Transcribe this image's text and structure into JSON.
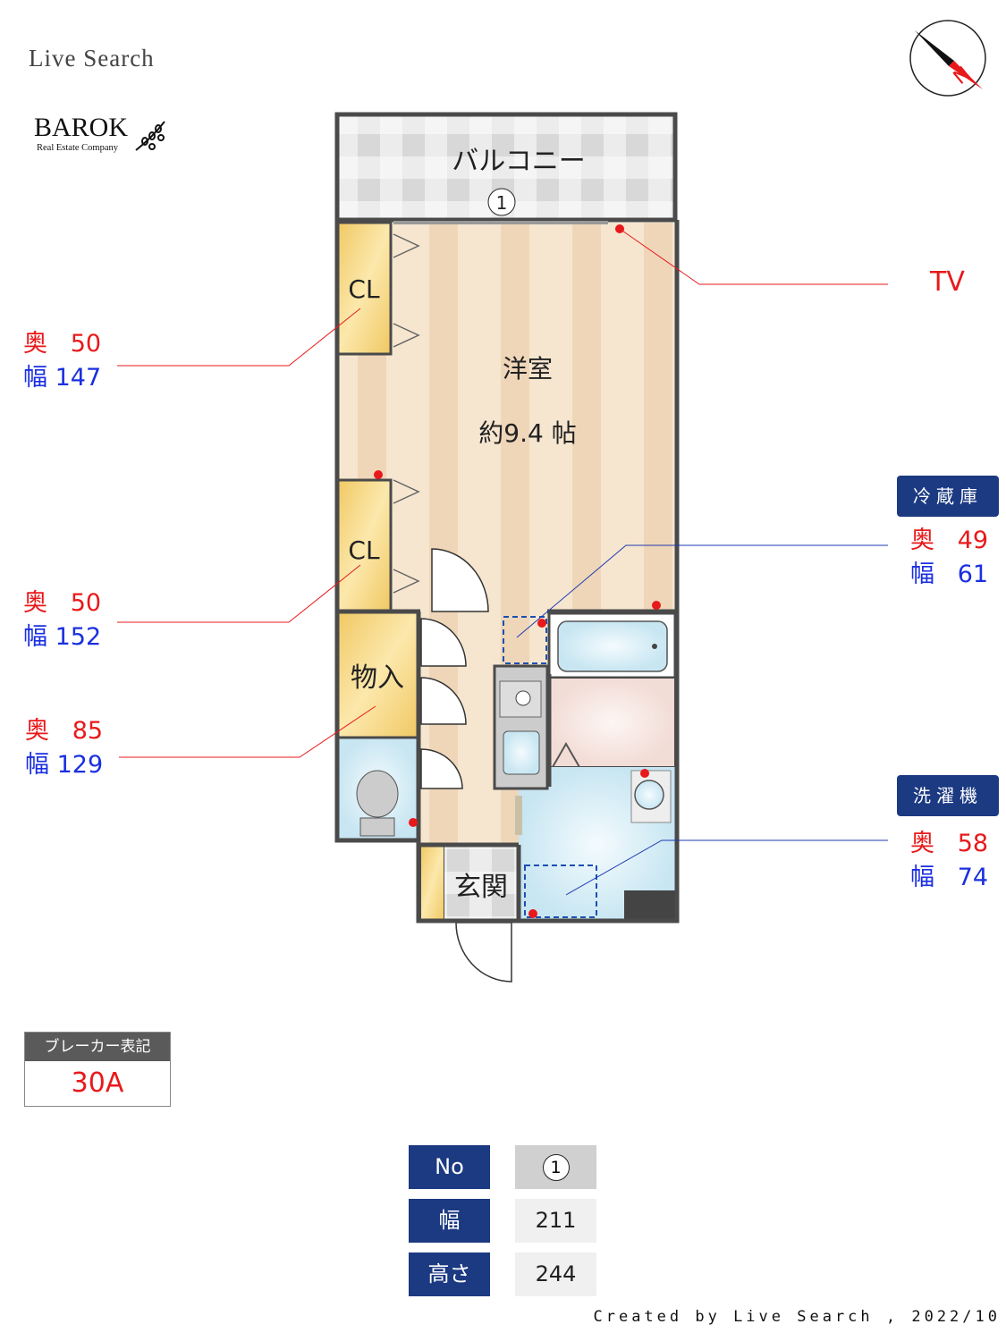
{
  "header": {
    "brand": "Live Search",
    "logo_name": "BAROK",
    "logo_sub": "Real Estate Company",
    "compass": "N"
  },
  "rooms": {
    "balcony": "バルコニー",
    "window_no": "1",
    "main_room": "洋室",
    "main_room_size": "約9.4 帖",
    "closet1": "CL",
    "closet2": "CL",
    "storage": "物入",
    "entrance": "玄関"
  },
  "left_dims": [
    {
      "depth_label": "奥",
      "depth": "50",
      "width_label": "幅",
      "width": "147"
    },
    {
      "depth_label": "奥",
      "depth": "50",
      "width_label": "幅",
      "width": "152"
    },
    {
      "depth_label": "奥",
      "depth": "85",
      "width_label": "幅",
      "width": "129"
    }
  ],
  "tv_label": "TV",
  "fridge": {
    "label": "冷蔵庫",
    "depth_label": "奥",
    "depth": "49",
    "width_label": "幅",
    "width": "61"
  },
  "washer": {
    "label": "洗濯機",
    "depth_label": "奥",
    "depth": "58",
    "width_label": "幅",
    "width": "74"
  },
  "breaker": {
    "label": "ブレーカー表記",
    "value": "30A"
  },
  "window_table": {
    "rows": [
      {
        "header": "No",
        "value": "1"
      },
      {
        "header": "幅",
        "value": "211"
      },
      {
        "header": "高さ",
        "value": "244"
      }
    ]
  },
  "credit": "Created by Live Search , 2022/10",
  "colors": {
    "red": "#e8191b",
    "blue": "#1a2fe0",
    "navy": "#1c3a82",
    "wall": "#4a4a4a"
  }
}
